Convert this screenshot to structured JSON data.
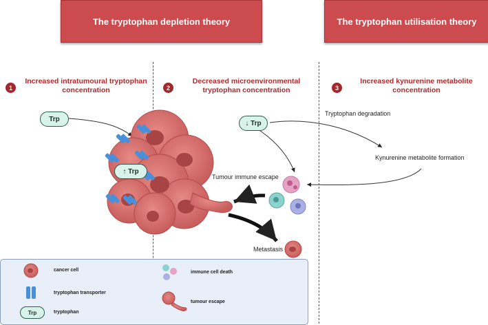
{
  "theories": {
    "depletion": "The tryptophan depletion theory",
    "utilisation": "The tryptophan utilisation theory"
  },
  "sections": [
    {
      "number": "1",
      "heading_line1": "Increased intratumoural tryptophan",
      "heading_line2": "concentration"
    },
    {
      "number": "2",
      "heading_line1": "Decreased microenvironmental",
      "heading_line2": "tryptophan concentration"
    },
    {
      "number": "3",
      "heading_line1": "Increased kynurenine metabolite",
      "heading_line2": "concentration"
    }
  ],
  "pills": {
    "trp_extracellular": "Trp",
    "trp_intratumoural": "↑ Trp",
    "trp_decreased": "↓ Trp",
    "trp_legend": "Trp"
  },
  "labels": {
    "tryptophan_degradation": "Tryptophan degradation",
    "kynurenine_formation": "Kynurenine metabolite formation",
    "tumour_immune_escape": "Tumour immune escape",
    "metastasis": "Metastasis"
  },
  "legend": {
    "cancer_cell": "cancer cell",
    "tryptophan_transporter": "tryptophan transporter",
    "tryptophan": "tryptophan",
    "immune_cell_death": "immune cell death",
    "tumour_escape": "tumour escape"
  },
  "colors": {
    "header_red": "#cc4b4e",
    "heading_red": "#b3282c",
    "cell_red": "#d9706f",
    "transporter_blue": "#4a90d9",
    "pill_fill": "#d8f3ea",
    "legend_fill": "#e8eff9"
  },
  "icons": [
    "cancer-cell-icon",
    "tryptophan-transporter-icon",
    "immune-cell-icon",
    "tumour-escape-icon",
    "arrow-icon"
  ]
}
